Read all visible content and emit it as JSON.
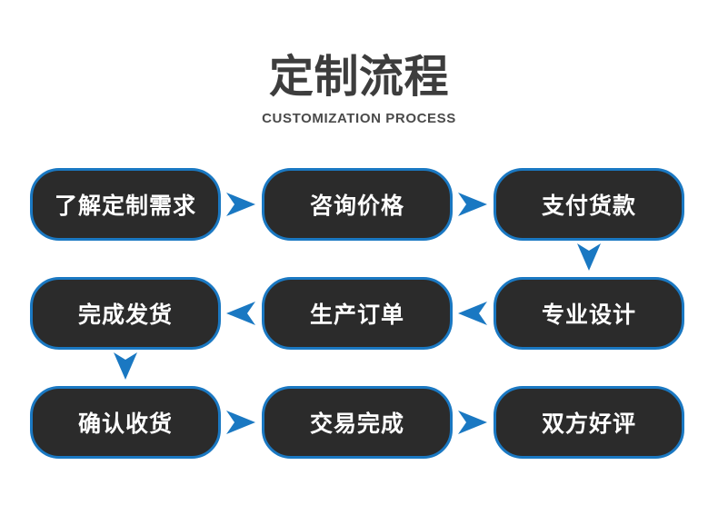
{
  "header": {
    "title": "定制流程",
    "subtitle": "CUSTOMIZATION PROCESS"
  },
  "flow": {
    "nodes": [
      {
        "label": "了解定制需求"
      },
      {
        "label": "咨询价格"
      },
      {
        "label": "支付货款"
      },
      {
        "label": "完成发货"
      },
      {
        "label": "生产订单"
      },
      {
        "label": "专业设计"
      },
      {
        "label": "确认收货"
      },
      {
        "label": "交易完成"
      },
      {
        "label": "双方好评"
      }
    ],
    "arrows": [
      {
        "from": "了解定制需求",
        "to": "咨询价格",
        "direction": "right"
      },
      {
        "from": "咨询价格",
        "to": "支付货款",
        "direction": "right"
      },
      {
        "from": "支付货款",
        "to": "专业设计",
        "direction": "down"
      },
      {
        "from": "专业设计",
        "to": "生产订单",
        "direction": "left"
      },
      {
        "from": "生产订单",
        "to": "完成发货",
        "direction": "left"
      },
      {
        "from": "完成发货",
        "to": "确认收货",
        "direction": "down"
      },
      {
        "from": "确认收货",
        "to": "交易完成",
        "direction": "right"
      },
      {
        "from": "交易完成",
        "to": "双方好评",
        "direction": "right"
      }
    ]
  },
  "colors": {
    "title": "#3d3d3d",
    "subtitle": "#4a4a4a",
    "box_fill": "#2b2b2b",
    "box_border": "#1a78c2",
    "box_text": "#ffffff",
    "arrow": "#1a78c2",
    "background": "#ffffff"
  }
}
